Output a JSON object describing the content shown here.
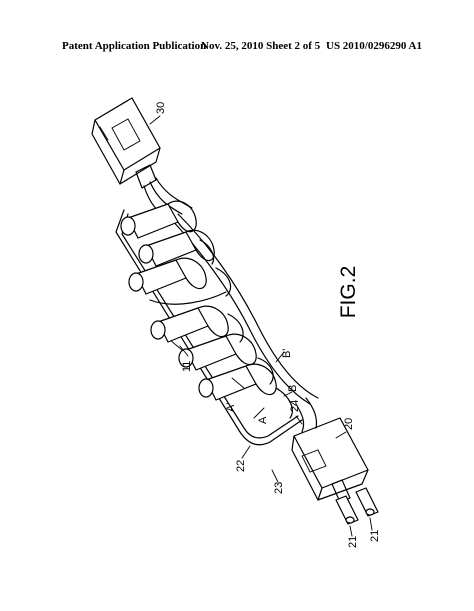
{
  "header": {
    "publication": "Patent Application Publication",
    "date_sheet": "Nov. 25, 2010   Sheet 2 of 5",
    "patent_number": "US 2010/0296290 A1"
  },
  "figure": {
    "title": "FIG.2"
  },
  "labels": {
    "end_connector": "30",
    "plug": "20",
    "prong_a": "21",
    "prong_b": "21",
    "cable": "22",
    "wire_23": "23",
    "wire_24": "24",
    "trunk_wire": "11",
    "wire_a": "A",
    "wire_a_prime": "A'",
    "wire_b": "B",
    "wire_b_prime": "B'"
  }
}
